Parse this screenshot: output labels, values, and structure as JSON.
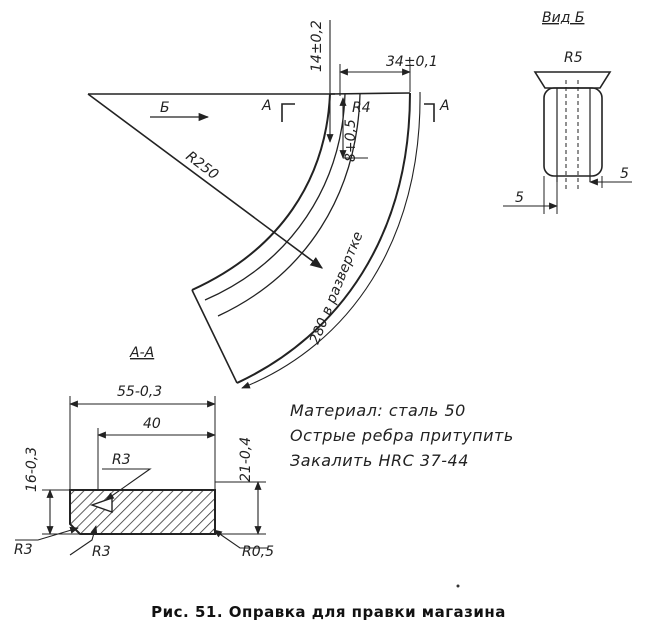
{
  "figure": {
    "caption": "Рис. 51. Оправка для правки магазина"
  },
  "main_view": {
    "radius_label": "R250",
    "arc_length_label": "280 в развертке",
    "arrow_b_label": "Б",
    "section_mark_left": "А",
    "section_mark_right": "А",
    "dim_top_width": "34±0,1",
    "dim_height_top": "14±0,2",
    "dim_corner_radius": "R4",
    "dim_groove_depth": "8+0,5"
  },
  "view_b": {
    "title": "Вид Б",
    "radius_label": "R5",
    "dim_right": "5",
    "dim_left": "5"
  },
  "section_a_a": {
    "title": "А-А",
    "dim_total_width": "55-0,3",
    "dim_inner_width": "40",
    "dim_left_height": "16-0,3",
    "dim_right_height": "21-0,4",
    "radius_inner": "R3",
    "radius_left_bottom": "R3",
    "radius_left_inner": "R3",
    "radius_right_bottom": "R0,5"
  },
  "notes": [
    "Материал: сталь 50",
    "Острые ребра притупить",
    "Закалить HRC 37-44"
  ]
}
